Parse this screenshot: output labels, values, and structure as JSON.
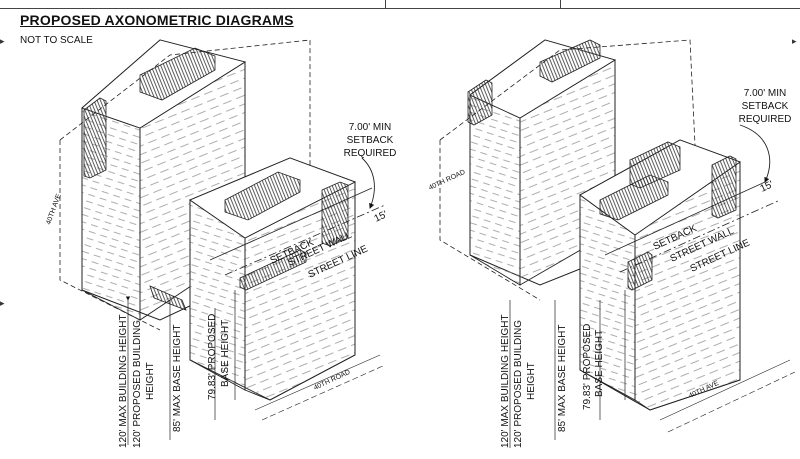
{
  "title": "PROPOSED AXONOMETRIC DIAGRAMS",
  "subtitle": "NOT TO SCALE",
  "left": {
    "setback_note": [
      "7.00' MIN",
      "SETBACK",
      "REQUIRED"
    ],
    "dim_15": "15'",
    "setback": "SETBACK",
    "street_wall": "STREET WALL",
    "street_line": "STREET LINE",
    "max_building_height": "120' MAX BUILDING HEIGHT",
    "proposed_building_height_1": "120' PROPOSED BUILDING",
    "proposed_building_height_2": "HEIGHT",
    "max_base_height": "85' MAX BASE HEIGHT",
    "proposed_base_1": "79.83' PROPOSED",
    "proposed_base_2": "BASE HEIGHT",
    "street_a": "40TH AVE",
    "street_b": "40TH ROAD"
  },
  "right": {
    "setback_note": [
      "7.00' MIN",
      "SETBACK",
      "REQUIRED"
    ],
    "dim_15": "15'",
    "setback": "SETBACK",
    "street_wall": "STREET WALL",
    "street_line": "STREET LINE",
    "max_building_height": "120' MAX BUILDING HEIGHT",
    "proposed_building_height_1": "120' PROPOSED BUILDING",
    "proposed_building_height_2": "HEIGHT",
    "max_base_height": "85' MAX BASE HEIGHT",
    "proposed_base_1": "79.83' PROPOSED",
    "proposed_base_2": "BASE HEIGHT",
    "street_a": "40TH ROAD",
    "street_b": "40TH AVE"
  }
}
